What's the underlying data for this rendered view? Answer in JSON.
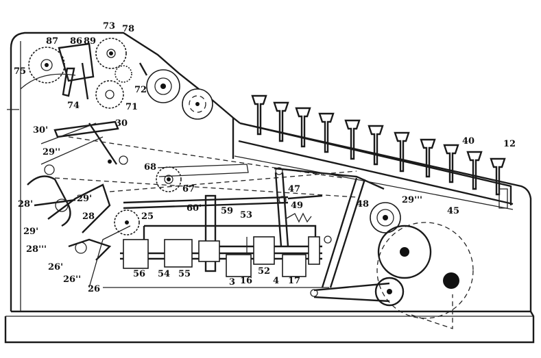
{
  "labels": {
    "n73": "73",
    "n78": "78",
    "n87": "87",
    "n86": "86",
    "n89": "89",
    "n75": "75",
    "n74": "74",
    "n72": "72",
    "n71": "71",
    "n30p": "30'",
    "n30": "30",
    "n29pp": "29''",
    "n28p": "28'",
    "n29p": "29'",
    "n29pe": "29'",
    "n28": "28",
    "n28ppp": "28'''",
    "n26p": "26'",
    "n26pp": "26''",
    "n26": "26",
    "n68": "68",
    "n67": "67",
    "n60p": "60'",
    "n59": "59",
    "n53": "53",
    "n25": "25",
    "n56": "56",
    "n54": "54",
    "n55": "55",
    "n3": "3",
    "n16": "16",
    "n52": "52",
    "n4": "4",
    "n17": "17",
    "n47": "47",
    "n49": "49",
    "n48": "48",
    "n29ppp": "29'''",
    "n45": "45",
    "n40": "40",
    "n12": "12"
  }
}
